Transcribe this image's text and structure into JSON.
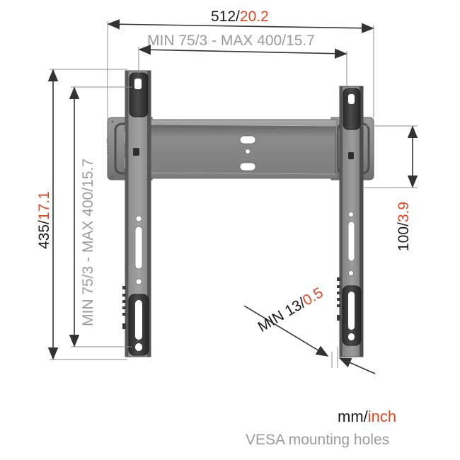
{
  "drawing": {
    "title": "TV wall mount technical dimension drawing",
    "units_note": {
      "mm_label": "mm",
      "separator": "/",
      "inch_label": "inch"
    },
    "footnote": "VESA mounting holes"
  },
  "dimensions": {
    "overall_width": {
      "name": "overall-width",
      "mm": "512",
      "separator": "/",
      "inch": "20.2",
      "orientation": "horizontal",
      "position": "top"
    },
    "vesa_horizontal": {
      "name": "vesa-horizontal-range",
      "text": "MIN 75/3 - MAX 400/15.7",
      "orientation": "horizontal",
      "position": "top",
      "color": "#9b9b9b"
    },
    "overall_height": {
      "name": "overall-height",
      "mm": "435",
      "separator": "/",
      "inch": "17.1",
      "orientation": "vertical",
      "position": "left"
    },
    "vesa_vertical": {
      "name": "vesa-vertical-range",
      "text": "MIN 75/3 - MAX 400/15.7",
      "orientation": "vertical",
      "position": "left",
      "color": "#9b9b9b"
    },
    "drop_height": {
      "name": "drop-height",
      "mm": "100",
      "separator": "/",
      "inch": "3.9",
      "orientation": "vertical",
      "position": "right"
    },
    "wall_distance": {
      "name": "minimum-wall-distance",
      "prefix": "MIN ",
      "mm": "13",
      "separator": "/",
      "inch": "0.5",
      "orientation": "diagonal",
      "position": "bottom-right"
    }
  },
  "colors": {
    "mm_color": "#1a1a1a",
    "inch_color": "#e8441f",
    "gray_color": "#9b9b9b",
    "plate_gray": "#989898",
    "rail_gray": "#8f8f8f",
    "dark_pad": "#3a3a3a",
    "line_color": "#3c3c3c",
    "background": "#ffffff"
  },
  "product": {
    "wall_plate": {
      "name": "wall-plate",
      "center_holes": [
        "oval-slot-top",
        "round-hole-center",
        "oval-slot-bottom"
      ]
    },
    "left_rail": {
      "name": "left-vesa-rail"
    },
    "right_rail": {
      "name": "right-vesa-rail"
    },
    "end_cap_left": {
      "name": "left-end-cap"
    },
    "end_cap_right": {
      "name": "right-end-cap"
    }
  }
}
